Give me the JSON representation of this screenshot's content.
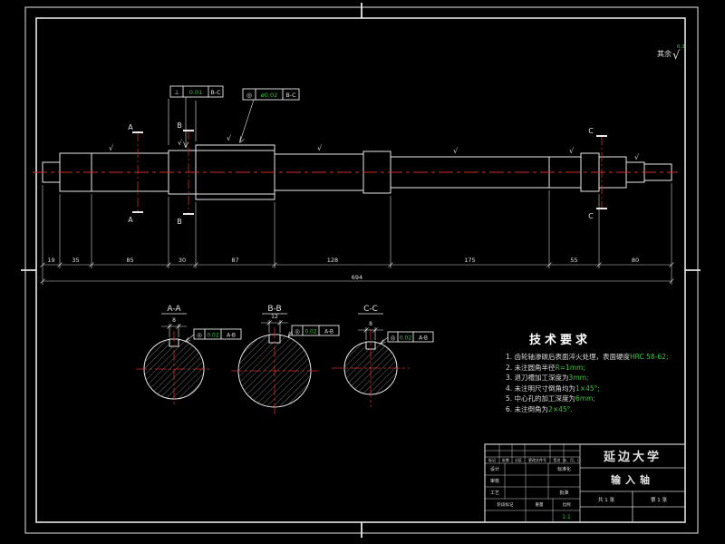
{
  "corner": {
    "remark": "其余",
    "rough_val": "6.3"
  },
  "icons": {
    "rough": "√"
  },
  "main_view": {
    "cut_a": "A",
    "cut_b": "B",
    "cut_c": "C",
    "frame1": {
      "sym": "⊥",
      "val": "0.01",
      "ref": "B-C"
    },
    "frame2": {
      "sym": "◎",
      "val": "ø0.02",
      "ref": "B-C"
    },
    "dims": [
      "19",
      "35",
      "85",
      "30",
      "87",
      "128",
      "175",
      "55",
      "80"
    ],
    "total": "694"
  },
  "sections": {
    "a": {
      "label": "A-A",
      "slot": "8",
      "tol_sym": "◎",
      "tol_val": "0.02",
      "tol_ref": "A-B"
    },
    "b": {
      "label": "B-B",
      "slot": "12",
      "tol_sym": "◎",
      "tol_val": "0.02",
      "tol_ref": "A-B"
    },
    "c": {
      "label": "C-C",
      "slot": "8",
      "tol_sym": "◎",
      "tol_val": "0.02",
      "tol_ref": "A-B"
    }
  },
  "tech_req": {
    "title": "技术要求",
    "items": [
      {
        "t": "1. 齿轮轴渗碳后表面淬火处理，表面硬度",
        "h": "HRC 58-62;"
      },
      {
        "t": "2. 未注圆角半径",
        "h": "R=1mm;"
      },
      {
        "t": "3. 退刀槽加工深度为",
        "h": "3mm;"
      },
      {
        "t": "4. 未注明尺寸倒角均为",
        "h": "1×45°;"
      },
      {
        "t": "5. 中心孔的加工深度为",
        "h": "6mm;"
      },
      {
        "t": "6. 未注倒角为",
        "h": "2×45°."
      }
    ]
  },
  "title_block": {
    "school": "延边大学",
    "part": "输入轴",
    "mark": "标记",
    "count": "处数",
    "zone": "分区",
    "doc": "更改文件号",
    "sign": "签名",
    "date": "年、月、日",
    "design": "设计",
    "check": "审核",
    "craft": "工艺",
    "std": "标准化",
    "approve": "批准",
    "stage": "阶段标记",
    "weight": "重量",
    "scale": "比例",
    "scale_val": "1:1",
    "sheets": "共 1 张",
    "sheet_no": "第 1 张"
  }
}
